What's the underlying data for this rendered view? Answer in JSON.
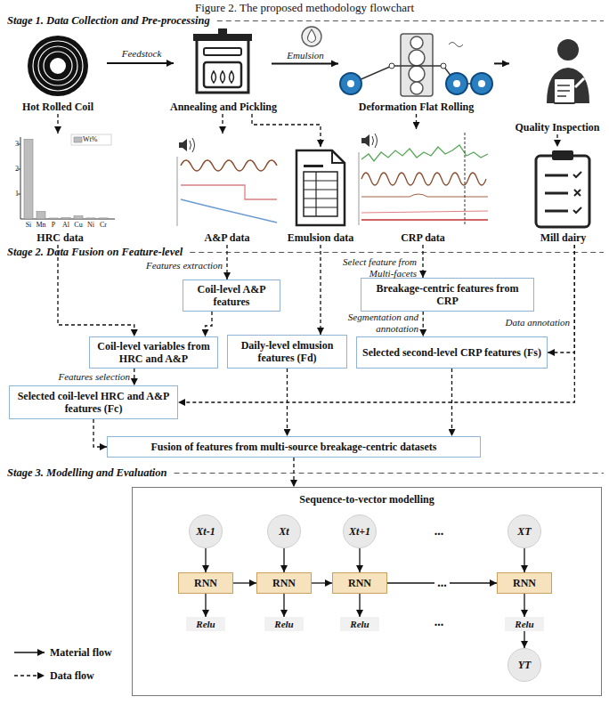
{
  "diagram": {
    "title": "Figure 2. The proposed methodology flowchart",
    "nodes": [
      {
        "text": [
          "Hot Rolled Coil"
        ]
      },
      {
        "text": [
          "Annealing and Pickling"
        ]
      },
      {
        "text": [
          "Deformation Flat Rolling"
        ]
      },
      {
        "text": [
          "Quality Inspection"
        ]
      },
      {
        "text": [
          "HRC data"
        ]
      },
      {
        "text": [
          "A&P data"
        ]
      },
      {
        "text": [
          "Emulsion data"
        ]
      },
      {
        "text": [
          "CRP data"
        ]
      },
      {
        "text": [
          "Mill dairy"
        ]
      },
      {
        "text": [
          "Coil-level A&P features"
        ]
      },
      {
        "text": [
          "Breakage-centric features from CRP"
        ]
      },
      {
        "text": [
          "Coil-level variables from HRC and A&P"
        ]
      },
      {
        "text": [
          "Daily-level elmusion features (Fd)"
        ]
      },
      {
        "text": [
          "Selected second-level CRP features (Fs)"
        ]
      },
      {
        "text": [
          "Selected coil-level HRC and A&P features (Fc)"
        ]
      },
      {
        "text": [
          "Fusion of features from multi-source breakage-centric datasets"
        ]
      },
      {
        "text": [
          "Sequence-to-vector modelling"
        ]
      },
      {
        "text": [
          "Xt-1"
        ],
        "in": 16
      },
      {
        "text": [
          "Xt"
        ],
        "in": 16
      },
      {
        "text": [
          "Xt+1"
        ],
        "in": 16
      },
      {
        "text": [
          "XT"
        ],
        "in": 16
      },
      {
        "text": [
          "RNN"
        ],
        "in": 16
      },
      {
        "text": [
          "RNN"
        ],
        "in": 16
      },
      {
        "text": [
          "RNN"
        ],
        "in": 16
      },
      {
        "text": [
          "RNN"
        ],
        "in": 16
      },
      {
        "text": [
          "Relu"
        ],
        "in": 16
      },
      {
        "text": [
          "Relu"
        ],
        "in": 16
      },
      {
        "text": [
          "Relu"
        ],
        "in": 16
      },
      {
        "text": [
          "Relu"
        ],
        "in": 16
      },
      {
        "text": [
          "YT"
        ],
        "in": 16
      }
    ],
    "edges": [
      {
        "from": 0,
        "to": 1,
        "label": "Feedstock",
        "arrow": "to"
      },
      {
        "from": 1,
        "to": 2,
        "label": "Emulsion",
        "arrow": "to"
      },
      {
        "from": 2,
        "to": 3,
        "arrow": "to"
      },
      {
        "from": 0,
        "to": 4,
        "arrow": "to"
      },
      {
        "from": 1,
        "to": 5,
        "arrow": "to"
      },
      {
        "from": 1,
        "to": 6,
        "arrow": "to"
      },
      {
        "from": 2,
        "to": 7,
        "arrow": "to"
      },
      {
        "from": 3,
        "to": 8,
        "arrow": "to"
      },
      {
        "from": 5,
        "to": 9,
        "label": "Features extraction",
        "arrow": "to"
      },
      {
        "from": 4,
        "to": 11,
        "arrow": "to"
      },
      {
        "from": 9,
        "to": 11,
        "arrow": "to"
      },
      {
        "from": 6,
        "to": 12,
        "arrow": "to"
      },
      {
        "from": 7,
        "to": 10,
        "label": "Select feature from Multi-facets",
        "arrow": "to"
      },
      {
        "from": 10,
        "to": 13,
        "label": "Segmentation and annotation",
        "arrow": "to"
      },
      {
        "from": 8,
        "to": 13,
        "label": "Data annotation",
        "arrow": "to"
      },
      {
        "from": 11,
        "to": 14,
        "label": "Features selection",
        "arrow": "to"
      },
      {
        "from": 8,
        "to": 14,
        "arrow": "to"
      },
      {
        "from": 14,
        "to": 15,
        "arrow": "to"
      },
      {
        "from": 12,
        "to": 15,
        "arrow": "to"
      },
      {
        "from": 13,
        "to": 15,
        "arrow": "to"
      },
      {
        "from": 15,
        "to": 16,
        "arrow": "to"
      },
      {
        "from": 17,
        "to": 21,
        "arrow": "to"
      },
      {
        "from": 18,
        "to": 22,
        "arrow": "to"
      },
      {
        "from": 19,
        "to": 23,
        "arrow": "to"
      },
      {
        "from": 20,
        "to": 24,
        "arrow": "to"
      },
      {
        "from": 21,
        "to": 22,
        "arrow": "to"
      },
      {
        "from": 22,
        "to": 23,
        "arrow": "to"
      },
      {
        "from": 23,
        "to": 24,
        "label": "...",
        "arrow": "to"
      },
      {
        "from": 21,
        "to": 25,
        "arrow": "to"
      },
      {
        "from": 22,
        "to": 26,
        "arrow": "to"
      },
      {
        "from": 23,
        "to": 27,
        "arrow": "to"
      },
      {
        "from": 24,
        "to": 28,
        "arrow": "to"
      },
      {
        "from": 28,
        "to": 29,
        "arrow": "to"
      }
    ],
    "labels": [
      "Stage 1. Data Collection and Pre-processing",
      "Stage 2. Data Fusion on Feature-level",
      "Stage 3. Modelling and Evaluation",
      "3",
      "2",
      "1",
      "Si",
      "Mn",
      "P",
      "Al",
      "Cu",
      "Ni",
      "Cr",
      "Wt%",
      "...",
      "..."
    ],
    "legend": [
      {
        "text": "Material flow"
      },
      {
        "text": "Data flow"
      }
    ]
  }
}
